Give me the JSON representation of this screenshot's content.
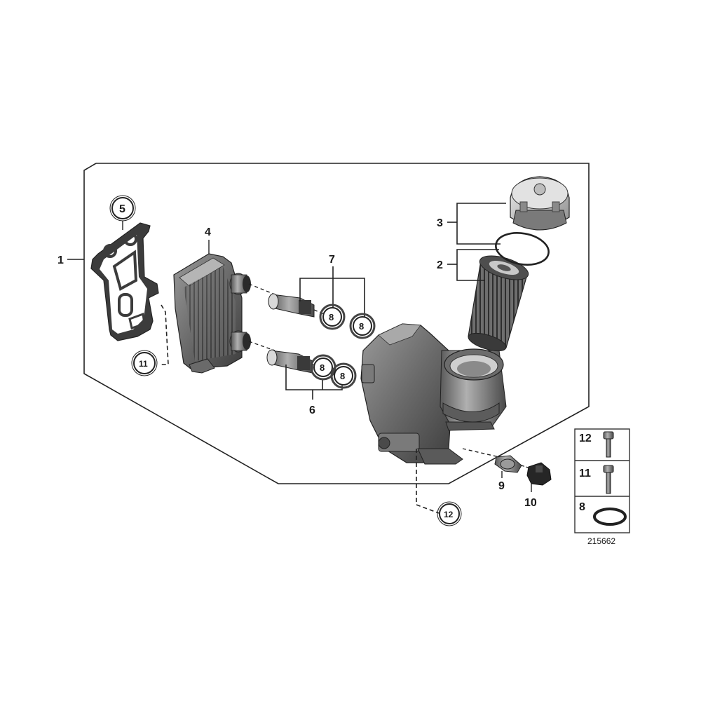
{
  "callouts": {
    "c1": "1",
    "c2": "2",
    "c3": "3",
    "c4": "4",
    "c5": "5",
    "c6": "6",
    "c7": "7",
    "c8a": "8",
    "c8b": "8",
    "c8c": "8",
    "c8d": "8",
    "c9": "9",
    "c10": "10",
    "c11": "11",
    "c12": "12"
  },
  "legend": {
    "items": [
      {
        "number": "12",
        "part": "bolt"
      },
      {
        "number": "11",
        "part": "bolt"
      },
      {
        "number": "8",
        "part": "o-ring"
      }
    ],
    "reference": "215662"
  },
  "colors": {
    "line": "#222222",
    "part_dark": "#5a5a5a",
    "part_mid": "#8a8a8a",
    "part_light": "#c4c4c4"
  }
}
